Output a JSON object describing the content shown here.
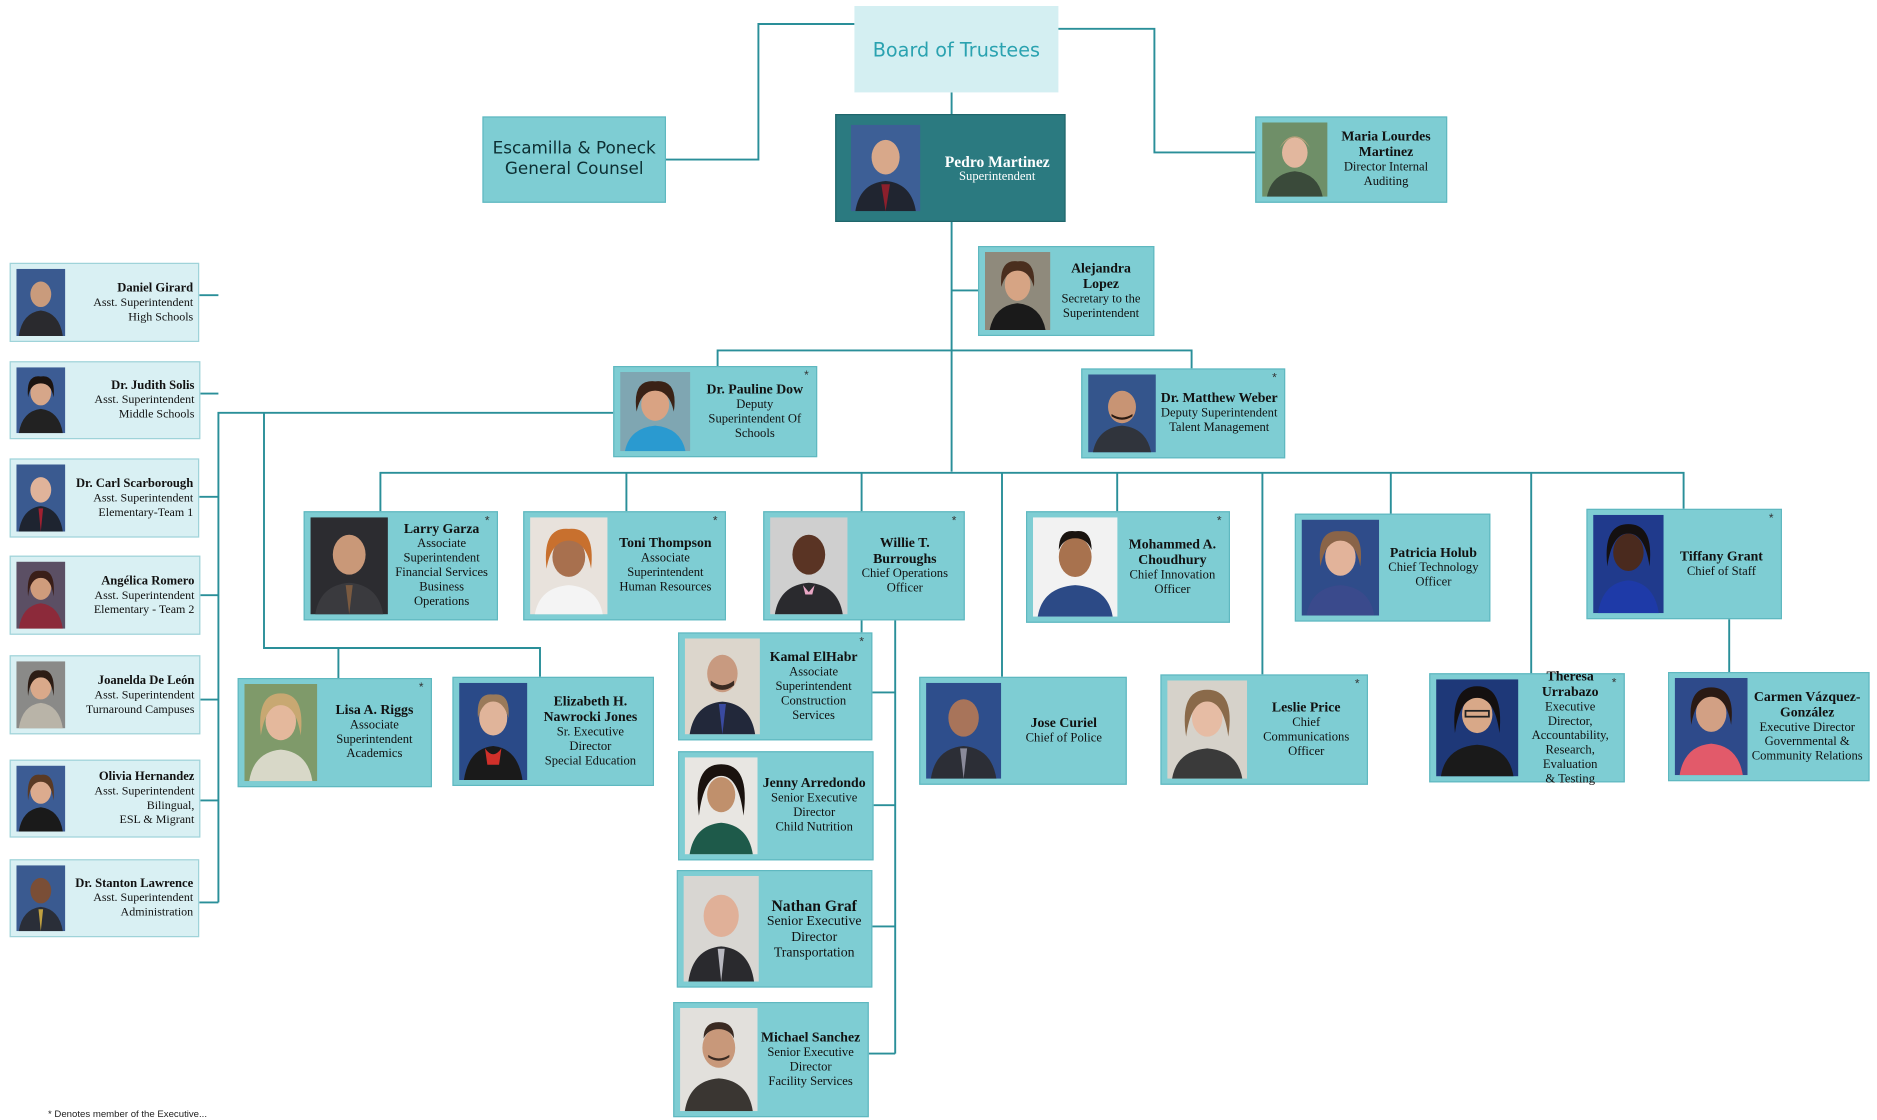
{
  "board": {
    "label": "Board of Trustees"
  },
  "counsel": {
    "label": "Escamilla & Poneck\nGeneral Counsel"
  },
  "superintendent": {
    "name": "Pedro Martinez",
    "title": "Superintendent"
  },
  "auditor": {
    "name": "Maria Lourdes Martinez",
    "title": "Director Internal\nAuditing"
  },
  "secretary": {
    "name": "Alejandra Lopez",
    "title": "Secretary to the\nSuperintendent"
  },
  "deputies": [
    {
      "name": "Dr. Pauline Dow",
      "title": "Deputy\nSuperintendent Of\nSchools",
      "star": "*"
    },
    {
      "name": "Dr. Matthew Weber",
      "title": "Deputy Superintendent\nTalent Management",
      "star": "*"
    }
  ],
  "left_column": [
    {
      "name": "Daniel Girard",
      "title": "Asst. Superintendent\nHigh Schools"
    },
    {
      "name": "Dr. Judith Solis",
      "title": "Asst. Superintendent\nMiddle Schools"
    },
    {
      "name": "Dr. Carl Scarborough",
      "title": "Asst. Superintendent\nElementary-Team 1"
    },
    {
      "name": "Angélica Romero",
      "title": "Asst. Superintendent\nElementary - Team 2"
    },
    {
      "name": "Joanelda De León",
      "title": "Asst. Superintendent\nTurnaround Campuses"
    },
    {
      "name": "Olivia Hernandez",
      "title": "Asst. Superintendent\nBilingual,\nESL & Migrant"
    },
    {
      "name": "Dr. Stanton Lawrence",
      "title": "Asst. Superintendent\nAdministration"
    }
  ],
  "row2": [
    {
      "name": "Larry Garza",
      "title": "Associate\nSuperintendent\nFinancial Services\nBusiness Operations",
      "star": "*"
    },
    {
      "name": "Toni Thompson",
      "title": "Associate\nSuperintendent\nHuman Resources",
      "star": "*"
    },
    {
      "name": "Willie T. Burroughs",
      "title": "Chief Operations\nOfficer",
      "star": "*"
    },
    {
      "name": "Mohammed A. Choudhury",
      "title": "Chief Innovation\nOfficer",
      "star": "*"
    },
    {
      "name": "Patricia Holub",
      "title": "Chief  Technology\nOfficer",
      "star": ""
    },
    {
      "name": "Tiffany Grant",
      "title": "Chief of Staff",
      "star": "*"
    }
  ],
  "row3": [
    {
      "name": "Lisa A. Riggs",
      "title": "Associate\nSuperintendent\nAcademics",
      "star": "*"
    },
    {
      "name": "Elizabeth H. Nawrocki Jones",
      "title": "Sr. Executive\nDirector\nSpecial Education",
      "star": ""
    },
    {
      "name": "Jose Curiel",
      "title": "Chief of Police",
      "star": ""
    },
    {
      "name": "Leslie Price",
      "title": "Chief Communications\nOfficer",
      "star": "*"
    },
    {
      "name": "Theresa Urrabazo",
      "title": "Executive Director,\nAccountability,\nResearch, Evaluation\n& Testing",
      "star": "*"
    },
    {
      "name": "Carmen Vázquez-González",
      "title": "Executive Director\nGovernmental &\nCommunity Relations",
      "star": ""
    }
  ],
  "operations": [
    {
      "name": "Kamal ElHabr",
      "title": "Associate\nSuperintendent\nConstruction\nServices",
      "star": "*"
    },
    {
      "name": "Jenny Arredondo",
      "title": "Senior Executive\nDirector\nChild Nutrition",
      "star": ""
    },
    {
      "name": "Nathan Graf",
      "title": "Senior Executive\nDirector\nTransportation",
      "star": ""
    },
    {
      "name": "Michael Sanchez",
      "title": "Senior Executive\nDirector\nFacility Services",
      "star": ""
    }
  ],
  "footnote": "* Denotes member of the Executive..."
}
